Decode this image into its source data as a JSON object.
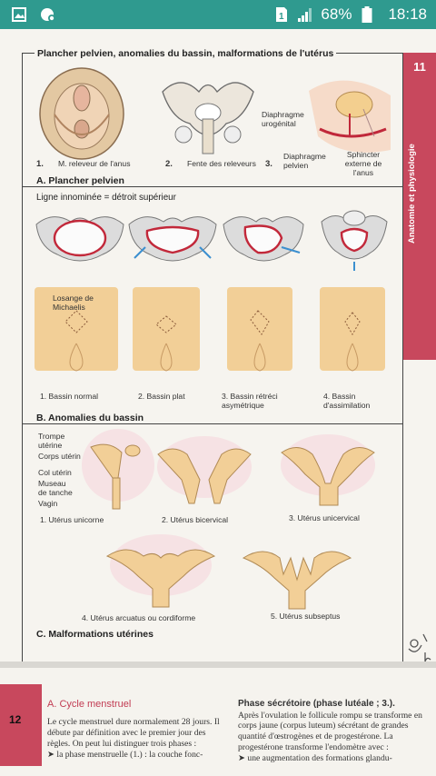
{
  "status_bar": {
    "battery_percent": "68%",
    "time": "18:18",
    "left_icons": [
      "gallery-icon",
      "cloud-settings-icon"
    ],
    "right_icons": [
      "sim-1-icon",
      "signal-icon",
      "battery-icon"
    ]
  },
  "page": {
    "main_title": "Plancher pelvien, anomalies du bassin, malformations de l'utérus",
    "page_number": "11",
    "side_tab": "Anatomie et physiologie",
    "section_a": {
      "title": "A. Plancher pelvien",
      "captions": [
        "1.",
        "M. releveur de l'anus",
        "2.",
        "Fente des releveurs",
        "3.",
        "Diaphragme pelvien",
        "Sphincter externe de l'anus"
      ],
      "labels": [
        "Diaphragme urogénital"
      ]
    },
    "section_b": {
      "title": "B. Anomalies du bassin",
      "ligne": "Ligne innominée = détroit supérieur",
      "losange": "Losange de Michaelis",
      "captions": [
        "1. Bassin normal",
        "2. Bassin plat",
        "3. Bassin rétréci asymétrique",
        "4. Bassin d'assimilation"
      ]
    },
    "section_c": {
      "title": "C. Malformations utérines",
      "labels": [
        "Trompe utérine",
        "Corps utérin",
        "Col utérin",
        "Museau de tanche",
        "Vagin"
      ],
      "captions": [
        "1. Utérus unicorne",
        "2. Utérus bicervical",
        "3. Utérus unicervical",
        "4. Utérus arcuatus ou cordiforme",
        "5. Utérus subseptus"
      ]
    }
  },
  "page2": {
    "page_number": "12",
    "left_heading": "A. Cycle menstruel",
    "left_text": "Le cycle menstruel dure normalement 28 jours. Il débute par définition avec le premier jour des règles. On peut lui distinguer trois phases :",
    "left_bullet": "➤ la phase menstruelle (1.) : la couche fonc-",
    "right_heading": "Phase sécrétoire (phase lutéale ; 3.).",
    "right_text": "Après l'ovulation le follicule rompu se transforme en corps jaune (corpus luteum) sécrétant de grandes quantité d'œstrogènes et de progestérone. La progestérone transforme l'endomètre avec :",
    "right_bullet": "➤ une augmentation des formations glandu-"
  }
}
